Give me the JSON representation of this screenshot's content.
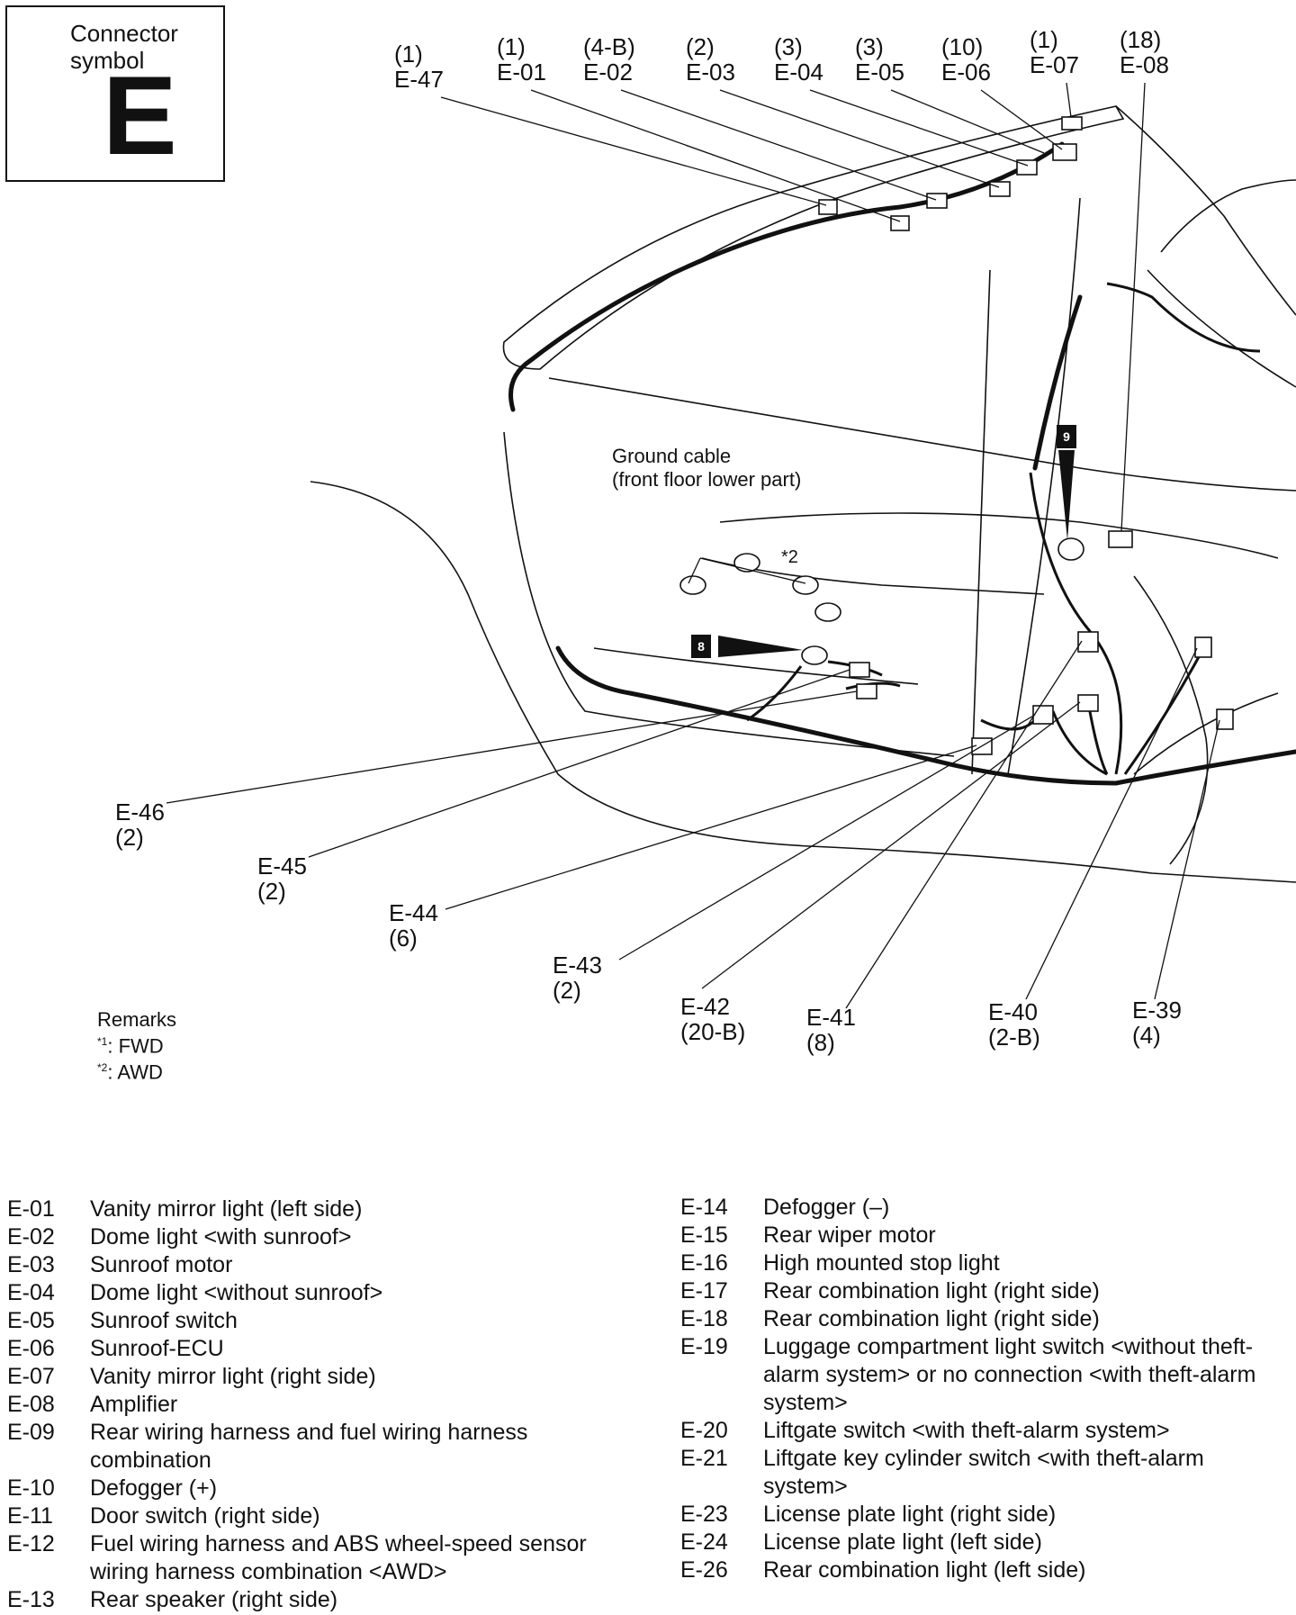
{
  "symbol": {
    "title": "Connector\nsymbol",
    "letter": "E"
  },
  "top_labels": [
    {
      "pins": "(1)",
      "code": "E-47"
    },
    {
      "pins": "(1)",
      "code": "E-01"
    },
    {
      "pins": "(4-B)",
      "code": "E-02"
    },
    {
      "pins": "(2)",
      "code": "E-03"
    },
    {
      "pins": "(3)",
      "code": "E-04"
    },
    {
      "pins": "(3)",
      "code": "E-05"
    },
    {
      "pins": "(10)",
      "code": "E-06"
    },
    {
      "pins": "(1)",
      "code": "E-07"
    },
    {
      "pins": "(18)",
      "code": "E-08"
    }
  ],
  "bottom_labels": [
    {
      "code": "E-46",
      "pins": "(2)"
    },
    {
      "code": "E-45",
      "pins": "(2)"
    },
    {
      "code": "E-44",
      "pins": "(6)"
    },
    {
      "code": "E-43",
      "pins": "(2)"
    },
    {
      "code": "E-42",
      "pins": "(20-B)"
    },
    {
      "code": "E-41",
      "pins": "(8)"
    },
    {
      "code": "E-40",
      "pins": "(2-B)"
    },
    {
      "code": "E-39",
      "pins": "(4)"
    }
  ],
  "ground_cable": {
    "line1": "Ground cable",
    "line2": "(front floor lower part)",
    "note": "*2"
  },
  "badges": {
    "b9": "9",
    "b8": "8"
  },
  "remarks": {
    "title": "Remarks",
    "r1_mark": "*1",
    "r1": ": FWD",
    "r2_mark": "*2",
    "r2": ": AWD"
  },
  "legend_left": [
    {
      "code": "E-01",
      "desc": "Vanity mirror light (left side)"
    },
    {
      "code": "E-02",
      "desc": "Dome light <with sunroof>"
    },
    {
      "code": "E-03",
      "desc": "Sunroof motor"
    },
    {
      "code": "E-04",
      "desc": "Dome light <without sunroof>"
    },
    {
      "code": "E-05",
      "desc": "Sunroof switch"
    },
    {
      "code": "E-06",
      "desc": "Sunroof-ECU"
    },
    {
      "code": "E-07",
      "desc": "Vanity mirror light (right side)"
    },
    {
      "code": "E-08",
      "desc": "Amplifier"
    },
    {
      "code": "E-09",
      "desc": "Rear wiring harness and fuel wiring harness combination"
    },
    {
      "code": "E-10",
      "desc": "Defogger (+)"
    },
    {
      "code": "E-11",
      "desc": "Door switch (right side)"
    },
    {
      "code": "E-12",
      "desc": "Fuel wiring harness and ABS wheel-speed sensor wiring harness combination <AWD>"
    },
    {
      "code": "E-13",
      "desc": "Rear speaker (right side)"
    }
  ],
  "legend_right": [
    {
      "code": "E-14",
      "desc": "Defogger (–)"
    },
    {
      "code": "E-15",
      "desc": "Rear wiper motor"
    },
    {
      "code": "E-16",
      "desc": "High mounted stop light"
    },
    {
      "code": "E-17",
      "desc": "Rear combination light (right side)"
    },
    {
      "code": "E-18",
      "desc": "Rear combination light (right side)"
    },
    {
      "code": "E-19",
      "desc": "Luggage compartment light switch <without theft-alarm system> or no connection <with theft-alarm system>"
    },
    {
      "code": "E-20",
      "desc": "Liftgate switch <with theft-alarm system>"
    },
    {
      "code": "E-21",
      "desc": "Liftgate key cylinder switch <with theft-alarm system>"
    },
    {
      "code": "E-23",
      "desc": "License plate light (right side)"
    },
    {
      "code": "E-24",
      "desc": "License plate light (left side)"
    },
    {
      "code": "E-26",
      "desc": "Rear combination light (left side)"
    }
  ]
}
